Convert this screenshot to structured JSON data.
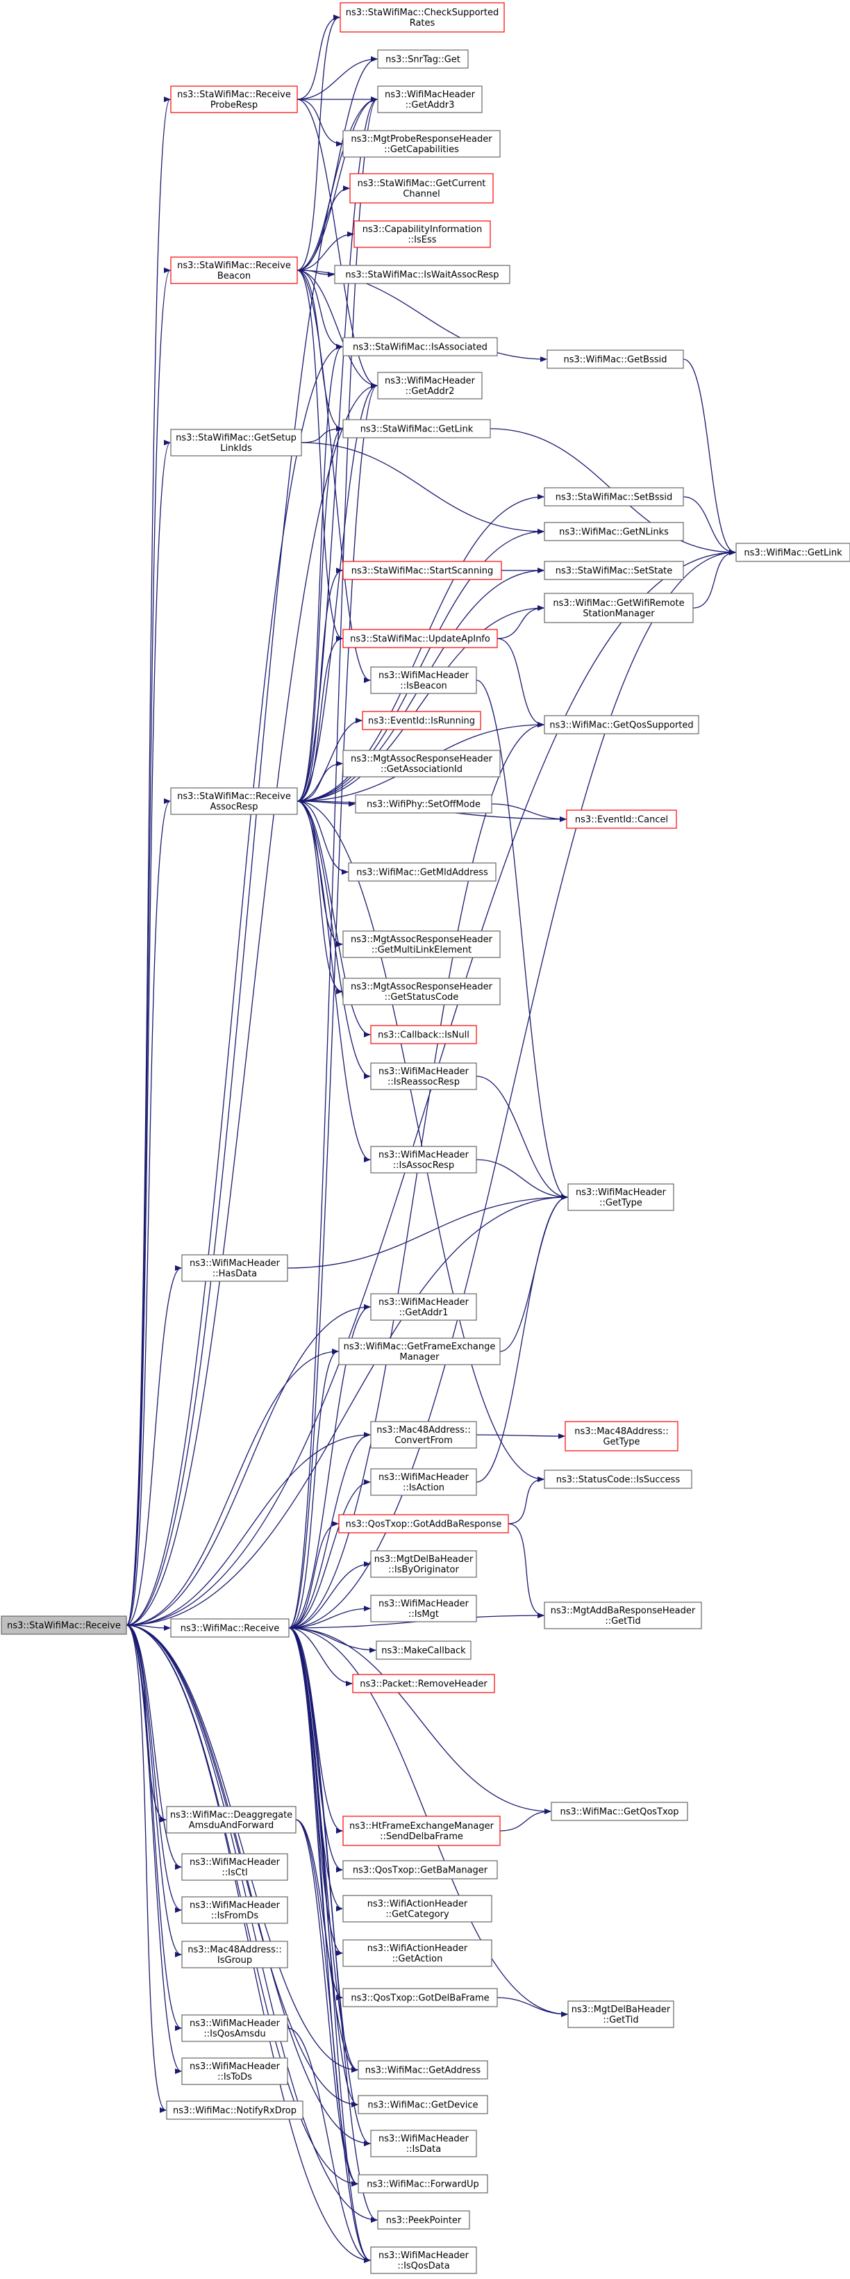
{
  "colors": {
    "edge": "#191970",
    "node_border": "#666666",
    "node_border_truncated": "#ff0000",
    "root_fill": "#bfbfbf",
    "node_fill": "#ffffff"
  },
  "nodes": [
    {
      "id": "root",
      "lines": [
        "ns3::StaWifiMac::Receive"
      ],
      "style": "root"
    },
    {
      "id": "recvProbeResp",
      "lines": [
        "ns3::StaWifiMac::Receive",
        "ProbeResp"
      ],
      "style": "red"
    },
    {
      "id": "recvBeacon",
      "lines": [
        "ns3::StaWifiMac::Receive",
        "Beacon"
      ],
      "style": "red"
    },
    {
      "id": "getSetupLinkIds",
      "lines": [
        "ns3::StaWifiMac::GetSetup",
        "LinkIds"
      ],
      "style": "normal"
    },
    {
      "id": "recvAssocResp",
      "lines": [
        "ns3::StaWifiMac::Receive",
        "AssocResp"
      ],
      "style": "normal"
    },
    {
      "id": "hasData",
      "lines": [
        "ns3::WifiMacHeader",
        "::HasData"
      ],
      "style": "normal"
    },
    {
      "id": "wifiMacReceive",
      "lines": [
        "ns3::WifiMac::Receive"
      ],
      "style": "normal"
    },
    {
      "id": "deaggregate",
      "lines": [
        "ns3::WifiMac::Deaggregate",
        "AmsduAndForward"
      ],
      "style": "normal"
    },
    {
      "id": "isCtl",
      "lines": [
        "ns3::WifiMacHeader",
        "::IsCtl"
      ],
      "style": "normal"
    },
    {
      "id": "isFromDs",
      "lines": [
        "ns3::WifiMacHeader",
        "::IsFromDs"
      ],
      "style": "normal"
    },
    {
      "id": "isGroup",
      "lines": [
        "ns3::Mac48Address::",
        "IsGroup"
      ],
      "style": "normal"
    },
    {
      "id": "isQosAmsdu",
      "lines": [
        "ns3::WifiMacHeader",
        "::IsQosAmsdu"
      ],
      "style": "normal"
    },
    {
      "id": "isToDs",
      "lines": [
        "ns3::WifiMacHeader",
        "::IsToDs"
      ],
      "style": "normal"
    },
    {
      "id": "notifyRxDrop",
      "lines": [
        "ns3::WifiMac::NotifyRxDrop"
      ],
      "style": "normal"
    },
    {
      "id": "checkSupportedRates",
      "lines": [
        "ns3::StaWifiMac::CheckSupported",
        "Rates"
      ],
      "style": "red"
    },
    {
      "id": "snrTagGet",
      "lines": [
        "ns3::SnrTag::Get"
      ],
      "style": "normal"
    },
    {
      "id": "getAddr3",
      "lines": [
        "ns3::WifiMacHeader",
        "::GetAddr3"
      ],
      "style": "normal"
    },
    {
      "id": "getCapabilities",
      "lines": [
        "ns3::MgtProbeResponseHeader",
        "::GetCapabilities"
      ],
      "style": "normal"
    },
    {
      "id": "getCurrentChannel",
      "lines": [
        "ns3::StaWifiMac::GetCurrent",
        "Channel"
      ],
      "style": "red"
    },
    {
      "id": "isEss",
      "lines": [
        "ns3::CapabilityInformation",
        "::IsEss"
      ],
      "style": "red"
    },
    {
      "id": "isWaitAssocResp",
      "lines": [
        "ns3::StaWifiMac::IsWaitAssocResp"
      ],
      "style": "normal"
    },
    {
      "id": "isAssociated",
      "lines": [
        "ns3::StaWifiMac::IsAssociated"
      ],
      "style": "normal"
    },
    {
      "id": "getAddr2",
      "lines": [
        "ns3::WifiMacHeader",
        "::GetAddr2"
      ],
      "style": "normal"
    },
    {
      "id": "staGetLink",
      "lines": [
        "ns3::StaWifiMac::GetLink"
      ],
      "style": "normal"
    },
    {
      "id": "startScanning",
      "lines": [
        "ns3::StaWifiMac::StartScanning"
      ],
      "style": "red"
    },
    {
      "id": "updateApInfo",
      "lines": [
        "ns3::StaWifiMac::UpdateApInfo"
      ],
      "style": "red"
    },
    {
      "id": "isBeacon",
      "lines": [
        "ns3::WifiMacHeader",
        "::IsBeacon"
      ],
      "style": "normal"
    },
    {
      "id": "eventIsRunning",
      "lines": [
        "ns3::EventId::IsRunning"
      ],
      "style": "red"
    },
    {
      "id": "getAssociationId",
      "lines": [
        "ns3::MgtAssocResponseHeader",
        "::GetAssociationId"
      ],
      "style": "normal"
    },
    {
      "id": "setOffMode",
      "lines": [
        "ns3::WifiPhy::SetOffMode"
      ],
      "style": "normal"
    },
    {
      "id": "getMldAddress",
      "lines": [
        "ns3::WifiMac::GetMldAddress"
      ],
      "style": "normal"
    },
    {
      "id": "getMultiLinkElement",
      "lines": [
        "ns3::MgtAssocResponseHeader",
        "::GetMultiLinkElement"
      ],
      "style": "normal"
    },
    {
      "id": "getStatusCode",
      "lines": [
        "ns3::MgtAssocResponseHeader",
        "::GetStatusCode"
      ],
      "style": "normal"
    },
    {
      "id": "callbackIsNull",
      "lines": [
        "ns3::Callback::IsNull"
      ],
      "style": "red"
    },
    {
      "id": "isReassocResp",
      "lines": [
        "ns3::WifiMacHeader",
        "::IsReassocResp"
      ],
      "style": "normal"
    },
    {
      "id": "isAssocResp",
      "lines": [
        "ns3::WifiMacHeader",
        "::IsAssocResp"
      ],
      "style": "normal"
    },
    {
      "id": "getAddr1",
      "lines": [
        "ns3::WifiMacHeader",
        "::GetAddr1"
      ],
      "style": "normal"
    },
    {
      "id": "getFrameExchangeManager",
      "lines": [
        "ns3::WifiMac::GetFrameExchange",
        "Manager"
      ],
      "style": "normal"
    },
    {
      "id": "convertFrom",
      "lines": [
        "ns3::Mac48Address::",
        "ConvertFrom"
      ],
      "style": "normal"
    },
    {
      "id": "isAction",
      "lines": [
        "ns3::WifiMacHeader",
        "::IsAction"
      ],
      "style": "normal"
    },
    {
      "id": "gotAddBaResponse",
      "lines": [
        "ns3::QosTxop::GotAddBaResponse"
      ],
      "style": "red"
    },
    {
      "id": "isByOriginator",
      "lines": [
        "ns3::MgtDelBaHeader",
        "::IsByOriginator"
      ],
      "style": "normal"
    },
    {
      "id": "isMgt",
      "lines": [
        "ns3::WifiMacHeader",
        "::IsMgt"
      ],
      "style": "normal"
    },
    {
      "id": "makeCallback",
      "lines": [
        "ns3::MakeCallback"
      ],
      "style": "normal"
    },
    {
      "id": "removeHeader",
      "lines": [
        "ns3::Packet::RemoveHeader"
      ],
      "style": "red"
    },
    {
      "id": "sendDelbaFrame",
      "lines": [
        "ns3::HtFrameExchangeManager",
        "::SendDelbaFrame"
      ],
      "style": "red"
    },
    {
      "id": "getBaManager",
      "lines": [
        "ns3::QosTxop::GetBaManager"
      ],
      "style": "normal"
    },
    {
      "id": "getCategory",
      "lines": [
        "ns3::WifiActionHeader",
        "::GetCategory"
      ],
      "style": "normal"
    },
    {
      "id": "getAction",
      "lines": [
        "ns3::WifiActionHeader",
        "::GetAction"
      ],
      "style": "normal"
    },
    {
      "id": "gotDelBaFrame",
      "lines": [
        "ns3::QosTxop::GotDelBaFrame"
      ],
      "style": "normal"
    },
    {
      "id": "getAddress",
      "lines": [
        "ns3::WifiMac::GetAddress"
      ],
      "style": "normal"
    },
    {
      "id": "getDevice",
      "lines": [
        "ns3::WifiMac::GetDevice"
      ],
      "style": "normal"
    },
    {
      "id": "isData",
      "lines": [
        "ns3::WifiMacHeader",
        "::IsData"
      ],
      "style": "normal"
    },
    {
      "id": "forwardUp",
      "lines": [
        "ns3::WifiMac::ForwardUp"
      ],
      "style": "normal"
    },
    {
      "id": "peekPointer",
      "lines": [
        "ns3::PeekPointer"
      ],
      "style": "normal"
    },
    {
      "id": "isQosData",
      "lines": [
        "ns3::WifiMacHeader",
        "::IsQosData"
      ],
      "style": "normal"
    },
    {
      "id": "getBssid",
      "lines": [
        "ns3::WifiMac::GetBssid"
      ],
      "style": "normal"
    },
    {
      "id": "setBssid",
      "lines": [
        "ns3::StaWifiMac::SetBssid"
      ],
      "style": "normal"
    },
    {
      "id": "getNLinks",
      "lines": [
        "ns3::WifiMac::GetNLinks"
      ],
      "style": "normal"
    },
    {
      "id": "setState",
      "lines": [
        "ns3::StaWifiMac::SetState"
      ],
      "style": "normal"
    },
    {
      "id": "getWifiRemoteStationManager",
      "lines": [
        "ns3::WifiMac::GetWifiRemote",
        "StationManager"
      ],
      "style": "normal"
    },
    {
      "id": "getQosSupported",
      "lines": [
        "ns3::WifiMac::GetQosSupported"
      ],
      "style": "normal"
    },
    {
      "id": "eventCancel",
      "lines": [
        "ns3::EventId::Cancel"
      ],
      "style": "red"
    },
    {
      "id": "getType",
      "lines": [
        "ns3::WifiMacHeader",
        "::GetType"
      ],
      "style": "normal"
    },
    {
      "id": "mac48GetType",
      "lines": [
        "ns3::Mac48Address::",
        "GetType"
      ],
      "style": "red"
    },
    {
      "id": "isSuccess",
      "lines": [
        "ns3::StatusCode::IsSuccess"
      ],
      "style": "normal"
    },
    {
      "id": "addBaGetTid",
      "lines": [
        "ns3::MgtAddBaResponseHeader",
        "::GetTid"
      ],
      "style": "normal"
    },
    {
      "id": "getQosTxop",
      "lines": [
        "ns3::WifiMac::GetQosTxop"
      ],
      "style": "normal"
    },
    {
      "id": "delBaGetTid",
      "lines": [
        "ns3::MgtDelBaHeader",
        "::GetTid"
      ],
      "style": "normal"
    },
    {
      "id": "wifiMacGetLink",
      "lines": [
        "ns3::WifiMac::GetLink"
      ],
      "style": "normal"
    }
  ],
  "edges": [
    [
      "root",
      "recvProbeResp"
    ],
    [
      "root",
      "recvBeacon"
    ],
    [
      "root",
      "getSetupLinkIds"
    ],
    [
      "root",
      "recvAssocResp"
    ],
    [
      "root",
      "hasData"
    ],
    [
      "root",
      "wifiMacReceive"
    ],
    [
      "root",
      "deaggregate"
    ],
    [
      "root",
      "isCtl"
    ],
    [
      "root",
      "isFromDs"
    ],
    [
      "root",
      "isGroup"
    ],
    [
      "root",
      "isQosAmsdu"
    ],
    [
      "root",
      "isToDs"
    ],
    [
      "root",
      "notifyRxDrop"
    ],
    [
      "root",
      "getAddr3"
    ],
    [
      "root",
      "isAssociated"
    ],
    [
      "root",
      "getAddr2"
    ],
    [
      "root",
      "getAddr1"
    ],
    [
      "root",
      "getFrameExchangeManager"
    ],
    [
      "root",
      "convertFrom"
    ],
    [
      "root",
      "getType"
    ],
    [
      "root",
      "isData"
    ],
    [
      "root",
      "getAddress"
    ],
    [
      "root",
      "getDevice"
    ],
    [
      "root",
      "forwardUp"
    ],
    [
      "root",
      "peekPointer"
    ],
    [
      "root",
      "isQosData"
    ],
    [
      "root",
      "wifiMacGetLink"
    ],
    [
      "recvProbeResp",
      "checkSupportedRates"
    ],
    [
      "recvProbeResp",
      "snrTagGet"
    ],
    [
      "recvProbeResp",
      "getAddr3"
    ],
    [
      "recvProbeResp",
      "getCapabilities"
    ],
    [
      "recvProbeResp",
      "getAddr2"
    ],
    [
      "recvBeacon",
      "checkSupportedRates"
    ],
    [
      "recvBeacon",
      "snrTagGet"
    ],
    [
      "recvBeacon",
      "getAddr3"
    ],
    [
      "recvBeacon",
      "getCurrentChannel"
    ],
    [
      "recvBeacon",
      "isEss"
    ],
    [
      "recvBeacon",
      "isWaitAssocResp"
    ],
    [
      "recvBeacon",
      "isAssociated"
    ],
    [
      "recvBeacon",
      "getAddr2"
    ],
    [
      "recvBeacon",
      "staGetLink"
    ],
    [
      "recvBeacon",
      "getBssid"
    ],
    [
      "recvBeacon",
      "isBeacon"
    ],
    [
      "recvBeacon",
      "updateApInfo"
    ],
    [
      "getSetupLinkIds",
      "staGetLink"
    ],
    [
      "getSetupLinkIds",
      "getNLinks"
    ],
    [
      "recvAssocResp",
      "getAddr3"
    ],
    [
      "recvAssocResp",
      "isAssociated"
    ],
    [
      "recvAssocResp",
      "getAddr2"
    ],
    [
      "recvAssocResp",
      "staGetLink"
    ],
    [
      "recvAssocResp",
      "setBssid"
    ],
    [
      "recvAssocResp",
      "getNLinks"
    ],
    [
      "recvAssocResp",
      "startScanning"
    ],
    [
      "recvAssocResp",
      "setState"
    ],
    [
      "recvAssocResp",
      "getWifiRemoteStationManager"
    ],
    [
      "recvAssocResp",
      "updateApInfo"
    ],
    [
      "recvAssocResp",
      "eventIsRunning"
    ],
    [
      "recvAssocResp",
      "getAssociationId"
    ],
    [
      "recvAssocResp",
      "setOffMode"
    ],
    [
      "recvAssocResp",
      "eventCancel"
    ],
    [
      "recvAssocResp",
      "getMldAddress"
    ],
    [
      "recvAssocResp",
      "getQosSupported"
    ],
    [
      "recvAssocResp",
      "getMultiLinkElement"
    ],
    [
      "recvAssocResp",
      "getStatusCode"
    ],
    [
      "recvAssocResp",
      "callbackIsNull"
    ],
    [
      "recvAssocResp",
      "isReassocResp"
    ],
    [
      "recvAssocResp",
      "isAssocResp"
    ],
    [
      "recvAssocResp",
      "isSuccess"
    ],
    [
      "hasData",
      "getType"
    ],
    [
      "wifiMacReceive",
      "getAddr1"
    ],
    [
      "wifiMacReceive",
      "getFrameExchangeManager"
    ],
    [
      "wifiMacReceive",
      "convertFrom"
    ],
    [
      "wifiMacReceive",
      "isAction"
    ],
    [
      "wifiMacReceive",
      "gotAddBaResponse"
    ],
    [
      "wifiMacReceive",
      "isByOriginator"
    ],
    [
      "wifiMacReceive",
      "isMgt"
    ],
    [
      "wifiMacReceive",
      "makeCallback"
    ],
    [
      "wifiMacReceive",
      "removeHeader"
    ],
    [
      "wifiMacReceive",
      "sendDelbaFrame"
    ],
    [
      "wifiMacReceive",
      "getBaManager"
    ],
    [
      "wifiMacReceive",
      "getCategory"
    ],
    [
      "wifiMacReceive",
      "getAction"
    ],
    [
      "wifiMacReceive",
      "gotDelBaFrame"
    ],
    [
      "wifiMacReceive",
      "getAddress"
    ],
    [
      "wifiMacReceive",
      "getDevice"
    ],
    [
      "wifiMacReceive",
      "isData"
    ],
    [
      "wifiMacReceive",
      "forwardUp"
    ],
    [
      "wifiMacReceive",
      "peekPointer"
    ],
    [
      "wifiMacReceive",
      "isQosData"
    ],
    [
      "wifiMacReceive",
      "getQosTxop"
    ],
    [
      "wifiMacReceive",
      "addBaGetTid"
    ],
    [
      "wifiMacReceive",
      "delBaGetTid"
    ],
    [
      "wifiMacReceive",
      "wifiMacGetLink"
    ],
    [
      "wifiMacReceive",
      "getAddr2"
    ],
    [
      "wifiMacReceive",
      "getAddr3"
    ],
    [
      "wifiMacReceive",
      "getQosSupported"
    ],
    [
      "deaggregate",
      "getAddress"
    ],
    [
      "deaggregate",
      "forwardUp"
    ],
    [
      "deaggregate",
      "isQosData"
    ],
    [
      "isQosAmsdu",
      "isQosData"
    ],
    [
      "staGetLink",
      "wifiMacGetLink"
    ],
    [
      "startScanning",
      "setState"
    ],
    [
      "updateApInfo",
      "getWifiRemoteStationManager"
    ],
    [
      "updateApInfo",
      "getQosSupported"
    ],
    [
      "isBeacon",
      "getType"
    ],
    [
      "setOffMode",
      "eventCancel"
    ],
    [
      "isReassocResp",
      "getType"
    ],
    [
      "isAssocResp",
      "getType"
    ],
    [
      "getFrameExchangeManager",
      "getType"
    ],
    [
      "convertFrom",
      "mac48GetType"
    ],
    [
      "isAction",
      "getType"
    ],
    [
      "gotAddBaResponse",
      "isSuccess"
    ],
    [
      "gotAddBaResponse",
      "addBaGetTid"
    ],
    [
      "sendDelbaFrame",
      "getQosTxop"
    ],
    [
      "gotDelBaFrame",
      "delBaGetTid"
    ],
    [
      "getBssid",
      "wifiMacGetLink"
    ],
    [
      "setBssid",
      "wifiMacGetLink"
    ],
    [
      "getWifiRemoteStationManager",
      "wifiMacGetLink"
    ]
  ]
}
